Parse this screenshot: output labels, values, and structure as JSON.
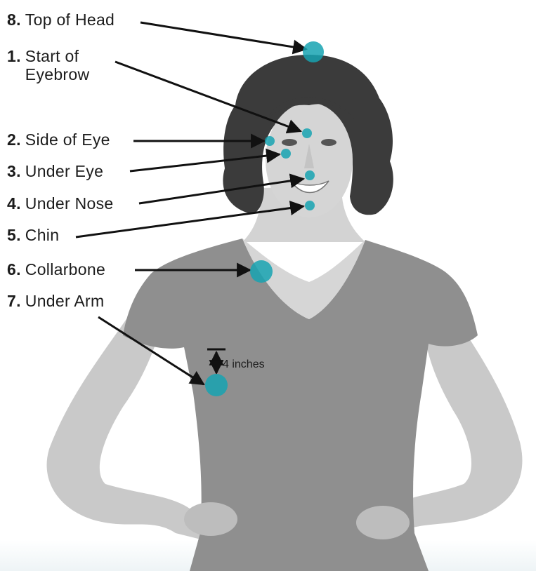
{
  "points": [
    {
      "number": "8.",
      "label": "Top of Head"
    },
    {
      "number": "1.",
      "label": "Start of Eyebrow"
    },
    {
      "number": "2.",
      "label": "Side of Eye"
    },
    {
      "number": "3.",
      "label": "Under Eye"
    },
    {
      "number": "4.",
      "label": "Under Nose"
    },
    {
      "number": "5.",
      "label": "Chin"
    },
    {
      "number": "6.",
      "label": "Collarbone"
    },
    {
      "number": "7.",
      "label": "Under Arm"
    }
  ],
  "measurement": "4 inches",
  "colors": {
    "marker": "#18a3b2",
    "text": "#1c1c1c",
    "shirt": "#8c8c8c",
    "skin": "#cfcfcf",
    "hair": "#3a3a3a"
  },
  "icons": [
    "tapping-point-marker",
    "arrow-right"
  ]
}
